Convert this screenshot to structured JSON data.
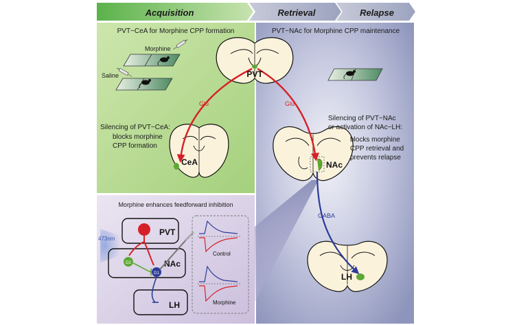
{
  "phases": {
    "acquisition": "Acquisition",
    "retrieval": "Retrieval",
    "relapse": "Relapse"
  },
  "left_panel": {
    "title": "PVT−CeA for Morphine CPP formation",
    "morphine_label": "Morphine",
    "saline_label": "Saline",
    "silencing_title": "Silencing of PVT−CeA:",
    "silencing_line1": "blocks morphine",
    "silencing_line2": "CPP formation"
  },
  "right_panel": {
    "title": "PVT−NAc for Morphine CPP maintenance",
    "silencing_line1": "Silencing of PVT−NAc",
    "silencing_line2": "or activation of NAc−LH:",
    "effect_line1": "blocks morphine",
    "effect_line2": "CPP retrieval and",
    "effect_line3": "prevents relapse"
  },
  "brain_labels": {
    "pvt": "PVT",
    "cea": "CeA",
    "nac": "NAc",
    "lh": "LH",
    "glu_left": "Glu",
    "glu_right": "Glu",
    "gaba": "GABA"
  },
  "bottom_panel": {
    "title": "Morphine enhances feedforward inhibition",
    "pvt": "PVT",
    "nac": "NAc",
    "lh": "LH",
    "d1": "D1",
    "d2": "D2",
    "light": "473nm",
    "control": "Control",
    "morphine": "Morphine"
  },
  "colors": {
    "green_panel": "#b5d98a",
    "purple_panel": "#b1b6d5",
    "lavender_panel": "#d5cde4",
    "chevron": "#9aa1bd",
    "glu_red": "#d62027",
    "gaba_blue": "#2c3b97",
    "region_green": "#5ea834",
    "brain_fill": "#fbf2dc"
  }
}
